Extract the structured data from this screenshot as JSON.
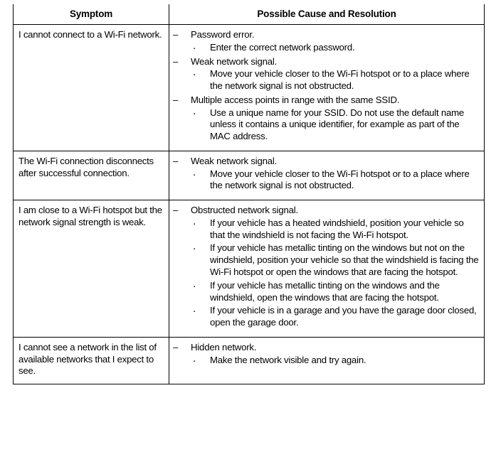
{
  "table": {
    "headers": {
      "symptom": "Symptom",
      "cause": "Possible Cause and Resolution"
    },
    "markers": {
      "dash": "–",
      "bullet": "·"
    },
    "rows": [
      {
        "symptom": "I cannot connect to a Wi-Fi network.",
        "causes": [
          {
            "text": "Password error.",
            "items": [
              "Enter the correct network password."
            ]
          },
          {
            "text": "Weak network signal.",
            "items": [
              "Move your vehicle closer to the Wi-Fi hotspot or to a place where the network signal is not obstructed."
            ]
          },
          {
            "text": "Multiple access points in range with the same SSID.",
            "items": [
              "Use a unique name for your SSID. Do not use the default name unless it contains a unique identifier, for example as part of the MAC address."
            ]
          }
        ]
      },
      {
        "symptom": "The Wi-Fi connection disconnects after successful connection.",
        "causes": [
          {
            "text": "Weak network signal.",
            "items": [
              "Move your vehicle closer to the Wi-Fi hotspot or to a place where the network signal is not obstructed."
            ]
          }
        ]
      },
      {
        "symptom": "I am close to a Wi-Fi hotspot but the network signal strength is weak.",
        "causes": [
          {
            "text": "Obstructed network signal.",
            "items": [
              "If your vehicle has a heated windshield, position your vehicle so that the windshield is not facing the Wi-Fi hotspot.",
              "If your vehicle has metallic tinting on the windows but not on the windshield, position your vehicle so that the windshield is facing the Wi-Fi hotspot or open the windows that are facing the hotspot.",
              "If your vehicle has metallic tinting on the windows and the windshield, open the windows that are facing the hotspot.",
              "If your vehicle is in a garage and you have the garage door closed, open the garage door."
            ]
          }
        ]
      },
      {
        "symptom": "I cannot see a network in the list of available networks that I expect to see.",
        "causes": [
          {
            "text": "Hidden network.",
            "items": [
              "Make the network visible and try again."
            ]
          }
        ]
      }
    ]
  }
}
